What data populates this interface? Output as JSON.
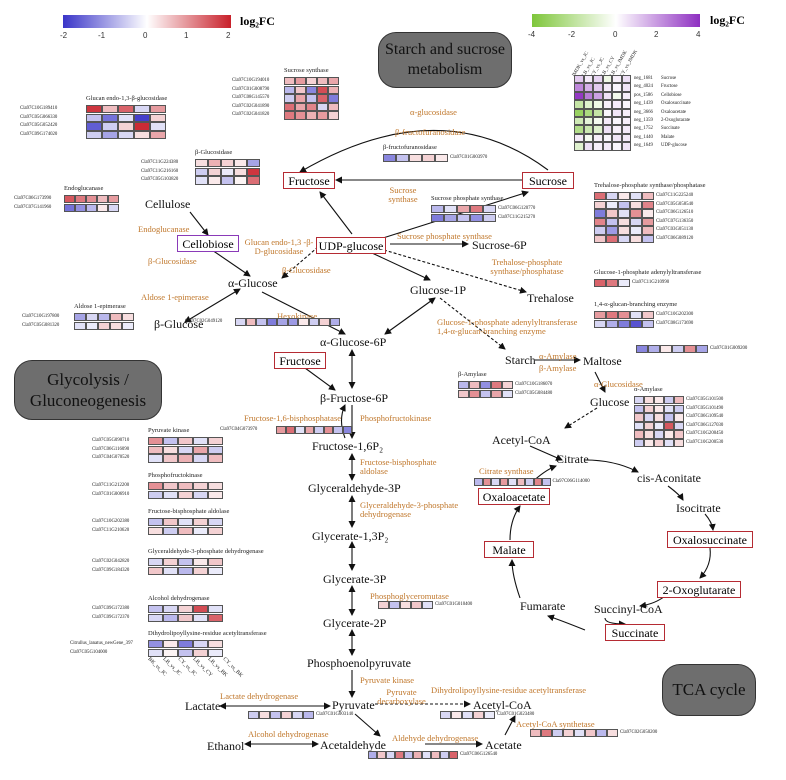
{
  "palette": {
    "red": "#c8202a",
    "blue": "#3a35c8",
    "green": "#7ec63a",
    "purple": "#8e2fc1",
    "enzyme_text": "#c0772b",
    "highlight_box": "#b52b33",
    "cellobiose_box": "#8a3ab8",
    "pill": "#6e6e6e"
  },
  "legend_left": {
    "label": "log₂FC",
    "ticks": [
      "-2",
      "-1",
      "0",
      "1",
      "2"
    ]
  },
  "legend_right": {
    "label": "log₂FC",
    "ticks": [
      "-4",
      "-2",
      "0",
      "2",
      "4"
    ]
  },
  "panels": {
    "starch": "Starch and sucrose metabolism",
    "glycolysis": "Glycolysis / Gluconeogenesis",
    "tca": "TCA cycle"
  },
  "metabolites": {
    "fructose_top": "Fructose",
    "sucrose": "Sucrose",
    "udp_glucose": "UDP-glucose",
    "sucrose6p": "Sucrose-6P",
    "cellulose": "Cellulose",
    "cellobiose": "Cellobiose",
    "a_glucose": "α-Glucose",
    "b_glucose": "β-Glucose",
    "glucose1p": "Glucose-1P",
    "trehalose": "Trehalose",
    "a_glucose6p": "α-Glucose-6P",
    "fructose_mid": "Fructose",
    "b_fructose6p": "β-Fructose-6P",
    "fructose16p2": "Fructose-1,6P₂",
    "gap": "Glyceraldehyde-3P",
    "glycerate13p2": "Glycerate-1,3P₂",
    "glycerate3p": "Glycerate-3P",
    "glycerate2p": "Glycerate-2P",
    "pep": "Phosphoenolpyruvate",
    "pyruvate": "Pyruvate",
    "lactate": "Lactate",
    "acetyl_coa_bottom": "Acetyl-CoA",
    "acetate": "Acetate",
    "acetaldehyde": "Acetaldehyde",
    "ethanol": "Ethanol",
    "starch": "Starch",
    "maltose": "Maltose",
    "glucose": "Glucose",
    "acetyl_coa": "Acetyl-CoA",
    "citrate": "Citrate",
    "cis_aconitate": "cis-Aconitate",
    "isocitrate": "Isocitrate",
    "oxalosuccinate": "Oxalosuccinate",
    "oxoglutarate": "2-Oxoglutarate",
    "succinyl_coa": "Succinyl-CoA",
    "succinate": "Succinate",
    "fumarate": "Fumarate",
    "malate": "Malate",
    "oxaloacetate": "Oxaloacetate"
  },
  "enzymes": {
    "a_glucosidase_top": "α-glucosidase",
    "b_fructofuranosidase": "β-fructofuranosidase",
    "sucrose_synthase_path": "Sucrose synthase",
    "sps_path": "Sucrose phosphate synthase",
    "tpp_path": "Trehalose-phosphate synthase/phosphatase",
    "endoglucanase": "Endoglucanase",
    "b_glucosidase_a": "β-Glucosidase",
    "glucan_endo": "Glucan endo-1,3 -β-D-glucosidase",
    "b_glucosidase_b": "β-Glucosidase",
    "aldose": "Aldose 1-epimerase",
    "hexokinase": "Hexokinase",
    "g1p_enzymes": "Glucose-1-phosphate adenylyltransferase 1,4-α-glucan-branching enzyme",
    "a_amylase": "α-Amylase",
    "b_amylase": "β-Amylase",
    "a_glucosidase_mid": "α-Glucosidase",
    "f16bp": "Fructose-1,6-bisphosphatase",
    "pfk": "Phosphofructokinase",
    "fba": "Fructose-bisphosphate aldolase",
    "gapdh": "Glyceraldehyde-3-phosphate dehydrogenase",
    "pgm": "Phosphoglyceromutase",
    "pk": "Pyruvate kinase",
    "pdc": "Pyruvate decarboxylase",
    "ldh": "Lactate dehydrogenase",
    "dlat": "Dihydrolipoyllysine-residue acetyltransferase",
    "acs": "Acetyl-CoA synthetase",
    "adh": "Alcohol dehydrogenase",
    "aldh": "Aldehyde dehydrogenase",
    "cs": "Citrate synthase"
  },
  "heatmaps": [
    {
      "title": "Glucan endo-1,3-β-glucosidase",
      "rows": [
        {
          "id": "Cla97C10G189410",
          "v": [
            1.8,
            0.6,
            1.4,
            -0.4,
            0.9
          ]
        },
        {
          "id": "Cla97C05G066330",
          "v": [
            -0.6,
            -1.4,
            -0.3,
            -1.9,
            0.4
          ]
        },
        {
          "id": "Cla97C05G052420",
          "v": [
            -1.6,
            -0.5,
            0.4,
            1.9,
            -0.3
          ]
        },
        {
          "id": "Cla97C09G174020",
          "v": [
            -0.5,
            -0.9,
            -0.4,
            0.3,
            0.8
          ]
        }
      ]
    },
    {
      "title": "Sucrose synthase",
      "rows": [
        {
          "id": "Cla97C10G194010",
          "v": [
            0.6,
            0.9,
            0.4,
            0.6,
            0.8
          ]
        },
        {
          "id": "Cla97C01G008790",
          "v": [
            -0.7,
            0.5,
            -1.2,
            1.6,
            0.7
          ]
        },
        {
          "id": "Cla97C08G145570",
          "v": [
            -0.5,
            0.8,
            -0.6,
            1.4,
            -1.3
          ]
        },
        {
          "id": "Cla97C02G041890",
          "v": [
            1.3,
            0.8,
            1.1,
            -0.4,
            0.6
          ]
        },
        {
          "id": "Cla97C02G041820",
          "v": [
            1.2,
            1.0,
            0.7,
            0.9,
            0.4
          ]
        }
      ]
    },
    {
      "title": "β-Glucosidase",
      "rows": [
        {
          "id": "Cla97C11G224380",
          "v": [
            0.3,
            0.7,
            0.4,
            0.2,
            -0.9
          ]
        },
        {
          "id": "Cla97C11G216160",
          "v": [
            -0.5,
            0.4,
            -0.2,
            0.3,
            1.8
          ]
        },
        {
          "id": "Cla97C05G103820",
          "v": [
            -0.3,
            0.2,
            -0.6,
            0.1,
            1.3
          ]
        }
      ]
    },
    {
      "title": "β-fructofuranosidase",
      "rows": [
        {
          "id": "Cla97C01G003970",
          "v": [
            -1.2,
            -0.6,
            0.3,
            0.4,
            0.2
          ]
        }
      ]
    },
    {
      "title": "Endoglucanase",
      "rows": [
        {
          "id": "Cla97C06G173990",
          "v": [
            1.5,
            1.2,
            1.0,
            0.6,
            0.9
          ]
        },
        {
          "id": "Cla97C07G141960",
          "v": [
            -1.4,
            -1.1,
            -0.7,
            0.2,
            -0.4
          ]
        }
      ]
    },
    {
      "title": "Sucrose phosphate synthase",
      "rows": [
        {
          "id": "Cla97C06G120770",
          "v": [
            -0.7,
            -0.3,
            0.8,
            1.2,
            -0.4
          ]
        },
        {
          "id": "Cla97C11G215270",
          "v": [
            -1.3,
            -0.9,
            -0.6,
            -1.1,
            -0.5
          ]
        }
      ]
    },
    {
      "title": "Trehalose-phosphate synthase/phosphatase",
      "rows": [
        {
          "id": "Cla97C11G225240",
          "v": [
            1.3,
            -0.4,
            0.2,
            -0.3,
            0.6
          ]
        },
        {
          "id": "Cla97C05G058540",
          "v": [
            0.4,
            -0.2,
            -0.6,
            0.3,
            1.1
          ]
        },
        {
          "id": "Cla97C06G126510",
          "v": [
            -1.3,
            0.5,
            -0.3,
            1.0,
            0.2
          ]
        },
        {
          "id": "Cla97C07G136350",
          "v": [
            1.1,
            -0.6,
            0.3,
            -0.4,
            0.9
          ]
        },
        {
          "id": "Cla97C03G051130",
          "v": [
            -0.5,
            -1.0,
            0.3,
            -0.2,
            0.6
          ]
        },
        {
          "id": "Cla97C06G089120",
          "v": [
            0.5,
            1.3,
            -0.4,
            0.3,
            -0.6
          ]
        }
      ]
    },
    {
      "title": "Glucose-1-phosphate adenylyltransferase",
      "rows": [
        {
          "id": "Cla97C11G210990",
          "v": [
            1.4,
            1.2,
            -0.2
          ]
        }
      ]
    },
    {
      "title": "1,4-α-glucan-branching enzyme",
      "rows": [
        {
          "id": "Cla97C10G202300",
          "v": [
            0.9,
            1.2,
            1.0,
            -0.3,
            0.5
          ]
        },
        {
          "id": "Cla97C08G173690",
          "v": [
            -0.4,
            -0.8,
            -1.3,
            -1.7,
            -0.6
          ]
        }
      ]
    },
    {
      "title": "Aldose 1-epimerase",
      "rows": [
        {
          "id": "Cla97C10G197800",
          "v": [
            -0.9,
            -0.4,
            -0.7,
            0.6,
            0.3
          ]
        },
        {
          "id": "Cla97C05G081320",
          "v": [
            -0.3,
            -0.2,
            0.4,
            0.3,
            -0.2
          ]
        }
      ]
    },
    {
      "title": "",
      "rows": [
        {
          "id": "Cla97C02G049120",
          "v": [
            -0.4,
            0.6,
            -0.6,
            -1.3,
            -0.9,
            -1.0,
            0.2,
            -0.5,
            0.4,
            -0.8
          ]
        }
      ]
    },
    {
      "title": "",
      "rows": [
        {
          "id": "Cla97C04G073970",
          "v": [
            0.9,
            1.3,
            -0.3,
            0.8,
            -0.5,
            1.0,
            -0.6,
            -1.2
          ]
        }
      ]
    },
    {
      "title": "",
      "rows": [
        {
          "id": "Cla97C01G009200",
          "v": [
            -1.2,
            -0.8,
            0.2,
            -0.5,
            1.0,
            -0.9
          ]
        }
      ]
    },
    {
      "title": "β-Amylase",
      "rows": [
        {
          "id": "Cla97C10G186070",
          "v": [
            -0.7,
            0.6,
            -1.1,
            1.2,
            0.4
          ]
        },
        {
          "id": "Cla97C05G084480",
          "v": [
            0.5,
            1.0,
            -0.6,
            0.8,
            -0.3
          ]
        }
      ]
    },
    {
      "title": "α-Amylase",
      "rows": [
        {
          "id": "Cla97C05G101500",
          "v": [
            -0.4,
            0.3,
            0.2,
            -0.5,
            0.6
          ]
        },
        {
          "id": "Cla97C05G101490",
          "v": [
            -0.6,
            0.4,
            0.2,
            -0.3,
            -0.5
          ]
        },
        {
          "id": "Cla97C06G109540",
          "v": [
            0.5,
            -0.4,
            0.3,
            -0.6,
            0.2
          ]
        },
        {
          "id": "Cla97C06G127030",
          "v": [
            -0.3,
            0.4,
            -0.2,
            1.5,
            -0.4
          ]
        },
        {
          "id": "Cla97C10G200450",
          "v": [
            0.6,
            0.3,
            -0.4,
            0.2,
            0.5
          ]
        },
        {
          "id": "Cla97C10G200530",
          "v": [
            -0.5,
            0.2,
            0.4,
            -0.3,
            0.3
          ]
        }
      ]
    },
    {
      "title": "Pyruvate kinase",
      "rows": [
        {
          "id": "Cla97C05G090710",
          "v": [
            1.0,
            -0.6,
            0.5,
            -0.3,
            0.4
          ]
        },
        {
          "id": "Cla97C06G116090",
          "v": [
            0.6,
            0.3,
            -0.4,
            0.8,
            -0.5
          ]
        },
        {
          "id": "Cla97C04G070520",
          "v": [
            -0.3,
            0.5,
            0.7,
            -0.4,
            0.6
          ]
        }
      ]
    },
    {
      "title": "Phosphofructokinase",
      "rows": [
        {
          "id": "Cla97C11G212200",
          "v": [
            1.0,
            0.5,
            0.6,
            0.4,
            0.3
          ]
        },
        {
          "id": "Cla97C01G006910",
          "v": [
            -0.5,
            -0.3,
            0.4,
            -0.4,
            0.2
          ]
        }
      ]
    },
    {
      "title": "Fructose-bisphosphate aldolase",
      "rows": [
        {
          "id": "Cla97C10G202380",
          "v": [
            -0.6,
            0.5,
            -0.3,
            0.4,
            -0.4
          ]
        },
        {
          "id": "Cla97C11G210620",
          "v": [
            0.3,
            -0.5,
            0.6,
            -0.2,
            0.4
          ]
        }
      ]
    },
    {
      "title": "Glyceraldehyde-3-phosphate dehydrogenase",
      "rows": [
        {
          "id": "Cla97C02G042820",
          "v": [
            -0.4,
            0.4,
            -0.6,
            0.2,
            0.5
          ]
        },
        {
          "id": "Cla97C09G184320",
          "v": [
            0.5,
            -0.3,
            -0.7,
            0.4,
            -0.2
          ]
        }
      ]
    },
    {
      "title": "Alcohol dehydrogenase",
      "rows": [
        {
          "id": "Cla97C09G172380",
          "v": [
            -0.6,
            -0.4,
            0.4,
            1.6,
            -0.3
          ]
        },
        {
          "id": "Cla97C09G172370",
          "v": [
            -0.4,
            -0.7,
            0.5,
            -0.3,
            1.4
          ]
        }
      ]
    },
    {
      "title": "Dihydrolipoyllysine-residue acetyltransferase",
      "rows": [
        {
          "id": "Citrullus_lanatus_newGene_397",
          "v": [
            -1.1,
            0.2,
            -1.3,
            -0.4,
            0.3
          ]
        },
        {
          "id": "Cla97C05G104000",
          "v": [
            -0.3,
            0.1,
            -0.6,
            0.4,
            -0.2
          ]
        }
      ]
    },
    {
      "title": "",
      "rows": [
        {
          "id": "Cla97C06G114000",
          "v": [
            -0.7,
            1.0,
            -0.4,
            0.9,
            -0.3,
            0.6,
            -0.5,
            1.1,
            -0.6
          ]
        }
      ]
    },
    {
      "title": "",
      "rows": [
        {
          "id": "Cla97C01G010400",
          "v": [
            0.4,
            -0.6,
            0.3,
            0.5,
            -0.3
          ]
        }
      ]
    },
    {
      "title": "",
      "rows": [
        {
          "id": "Cla97C01G003140",
          "v": [
            -0.5,
            0.3,
            -0.6,
            0.4,
            -0.4,
            -0.7
          ]
        }
      ]
    },
    {
      "title": "",
      "rows": [
        {
          "id": "Cla97C01G023480",
          "v": [
            -0.4,
            0.2,
            -0.3,
            0.4,
            -0.2
          ]
        }
      ]
    },
    {
      "title": "",
      "rows": [
        {
          "id": "Cla97C02G050200",
          "v": [
            0.6,
            1.2,
            -0.5,
            0.4,
            -0.3,
            0.5,
            -0.7,
            0.3
          ]
        }
      ]
    },
    {
      "title": "",
      "rows": [
        {
          "id": "Cla97C06G126540",
          "v": [
            -0.8,
            0.5,
            -0.4,
            1.2,
            -0.6,
            0.7,
            -0.3,
            0.6,
            -0.5,
            1.4
          ]
        }
      ]
    }
  ],
  "column_labels": [
    "BK_vs_JC",
    "LB_vs_JC",
    "CY_vs_JC",
    "LB_vs_CY",
    "LB_vs_BK",
    "CY_vs_BK"
  ],
  "metabolite_heatmap": {
    "columns": [
      "JMDK_vs_JC",
      "LB_vs_JC",
      "CY_vs_JC",
      "LB_vs_CY",
      "LB_vs_JMDK",
      "CY_vs_JMDK"
    ],
    "rows": [
      {
        "id": "neg_1681",
        "name": "Sucrose",
        "v": [
          1.0,
          0.4,
          0.8,
          -0.5,
          0.3,
          0.6
        ]
      },
      {
        "id": "neg_4024",
        "name": "Fructose",
        "v": [
          2.3,
          1.5,
          1.0,
          0.4,
          0.2,
          0.5
        ]
      },
      {
        "id": "pos_1586",
        "name": "Cellobiose",
        "v": [
          3.8,
          2.5,
          1.8,
          0.6,
          -0.4,
          0.3
        ]
      },
      {
        "id": "neg_1439",
        "name": "Oxalosuccinate",
        "v": [
          -1.8,
          -1.0,
          -0.5,
          0.3,
          0.4,
          0.2
        ]
      },
      {
        "id": "neg_3666",
        "name": "Oxaloacetate",
        "v": [
          -3.2,
          -2.6,
          -1.8,
          0.2,
          0.5,
          0.3
        ]
      },
      {
        "id": "neg_1359",
        "name": "2-Oxoglutarate",
        "v": [
          -1.5,
          -0.8,
          -0.3,
          0.4,
          0.2,
          0.3
        ]
      },
      {
        "id": "neg_1752",
        "name": "Succinate",
        "v": [
          -2.4,
          -1.6,
          -1.0,
          0.6,
          0.3,
          0.4
        ]
      },
      {
        "id": "neg_1440",
        "name": "Malate",
        "v": [
          0.4,
          -0.3,
          0.3,
          0.2,
          0.5,
          0.4
        ]
      },
      {
        "id": "neg_1649",
        "name": "UDP-glucose",
        "v": [
          -1.0,
          0.6,
          0.3,
          0.4,
          0.2,
          0.5
        ]
      }
    ]
  }
}
